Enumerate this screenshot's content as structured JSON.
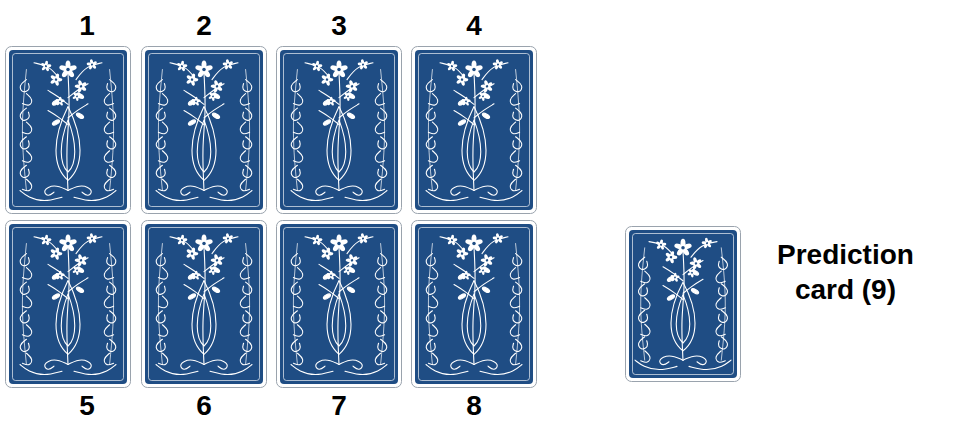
{
  "diagram": {
    "nodes": [
      {
        "text": [
          "1"
        ]
      },
      {
        "text": [
          "2"
        ]
      },
      {
        "text": [
          "3"
        ]
      },
      {
        "text": [
          "4"
        ]
      },
      {
        "text": [
          "5"
        ]
      },
      {
        "text": [
          "6"
        ]
      },
      {
        "text": [
          "7"
        ]
      },
      {
        "text": [
          "8"
        ]
      },
      {
        "text": [
          "Prediction card (9)"
        ]
      }
    ]
  }
}
